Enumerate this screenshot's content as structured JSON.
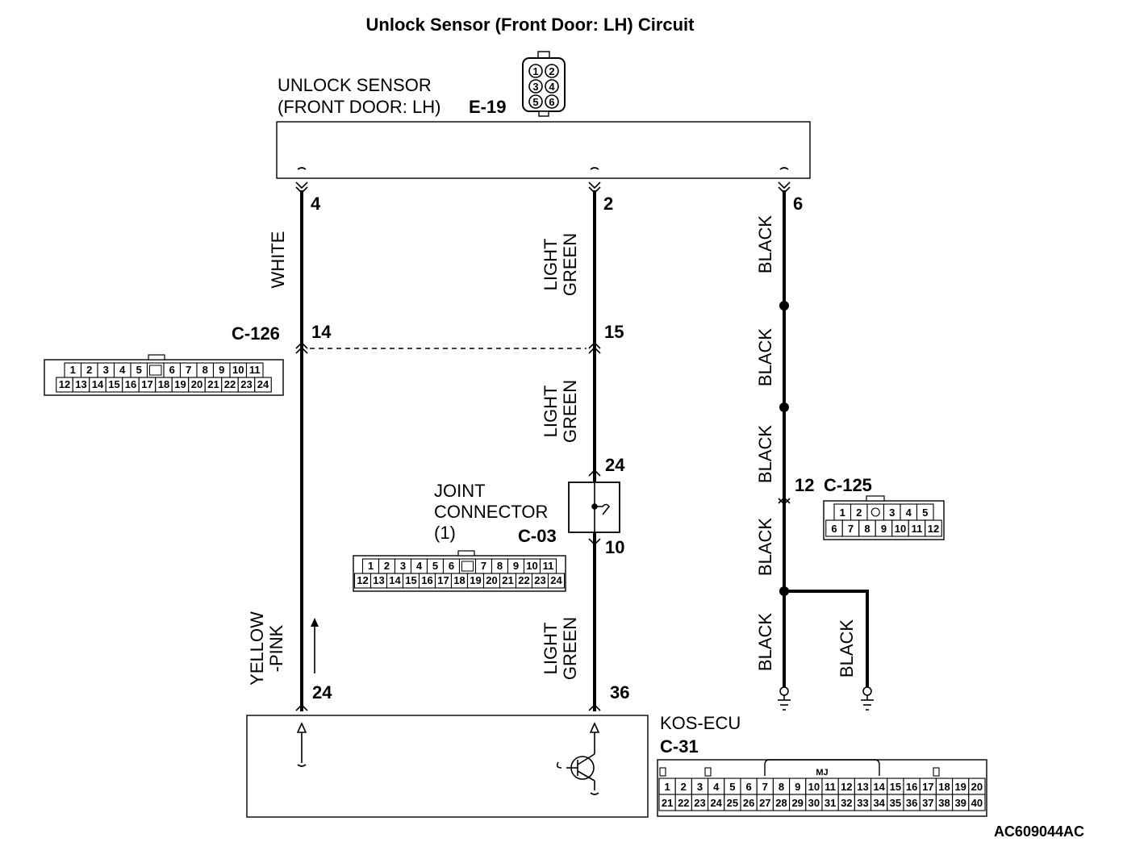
{
  "title": "Unlock Sensor (Front Door: LH) Circuit",
  "sensor": {
    "name_line1": "UNLOCK SENSOR",
    "name_line2": "(FRONT DOOR: LH)",
    "connector": "E-19",
    "face_pins": [
      "1",
      "2",
      "3",
      "4",
      "5",
      "6"
    ]
  },
  "wires": {
    "left": {
      "sensor_pin": "4",
      "color_top": "WHITE",
      "c126_pin": "14",
      "color_bottom_line1": "YELLOW",
      "color_bottom_line2": "-PINK",
      "ecu_pin": "24"
    },
    "middle": {
      "sensor_pin": "2",
      "color_line1": "LIGHT",
      "color_line2": "GREEN",
      "c126_pin": "15",
      "joint_in_pin": "24",
      "joint_out_pin": "10",
      "ecu_pin": "36"
    },
    "right": {
      "sensor_pin": "6",
      "color": "BLACK",
      "c125_pin": "12"
    }
  },
  "c126": {
    "name": "C-126",
    "row1": [
      "1",
      "2",
      "3",
      "4",
      "5",
      "",
      "6",
      "7",
      "8",
      "9",
      "10",
      "11"
    ],
    "row2": [
      "12",
      "13",
      "14",
      "15",
      "16",
      "17",
      "18",
      "19",
      "20",
      "21",
      "22",
      "23",
      "24"
    ]
  },
  "joint": {
    "line1": "JOINT",
    "line2": "CONNECTOR",
    "line3": "(1)",
    "name": "C-03",
    "row1": [
      "1",
      "2",
      "3",
      "4",
      "5",
      "6",
      "",
      "7",
      "8",
      "9",
      "10",
      "11"
    ],
    "row2": [
      "12",
      "13",
      "14",
      "15",
      "16",
      "17",
      "18",
      "19",
      "20",
      "21",
      "22",
      "23",
      "24"
    ]
  },
  "c125": {
    "name": "C-125",
    "row1": [
      "1",
      "2",
      "",
      "3",
      "4",
      "5"
    ],
    "row2": [
      "6",
      "7",
      "8",
      "9",
      "10",
      "11",
      "12"
    ]
  },
  "ecu": {
    "name": "KOS-ECU",
    "connector": "C-31",
    "key_label": "MJ",
    "row1": [
      "1",
      "2",
      "3",
      "4",
      "5",
      "6",
      "7",
      "8",
      "9",
      "10",
      "11",
      "12",
      "13",
      "14",
      "15",
      "16",
      "17",
      "18",
      "19",
      "20"
    ],
    "row2": [
      "21",
      "22",
      "23",
      "24",
      "25",
      "26",
      "27",
      "28",
      "29",
      "30",
      "31",
      "32",
      "33",
      "34",
      "35",
      "36",
      "37",
      "38",
      "39",
      "40"
    ]
  },
  "figure_id": "AC609044AC"
}
